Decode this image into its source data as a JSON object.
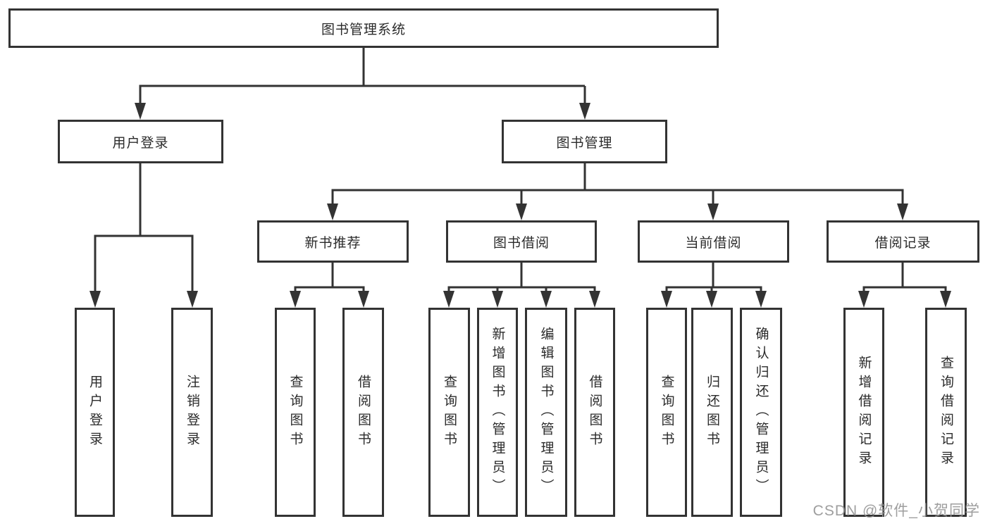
{
  "tree": {
    "root": "图书管理系统",
    "branches": [
      {
        "label": "用户登录",
        "children": [
          "用户登录",
          "注销登录"
        ]
      },
      {
        "label": "图书管理",
        "sections": [
          {
            "label": "新书推荐",
            "children": [
              "查询图书",
              "借阅图书"
            ]
          },
          {
            "label": "图书借阅",
            "children": [
              "查询图书",
              "新增图书（管理员）",
              "编辑图书（管理员）",
              "借阅图书"
            ]
          },
          {
            "label": "当前借阅",
            "children": [
              "查询图书",
              "归还图书",
              "确认归还（管理员）"
            ]
          },
          {
            "label": "借阅记录",
            "children": [
              "新增借阅记录",
              "查询借阅记录"
            ]
          }
        ]
      }
    ]
  },
  "watermark": {
    "text": "CSDN @软件_小贺同学"
  },
  "colors": {
    "line": "#333333",
    "text": "#2b2b2b",
    "background": "#ffffff",
    "watermark": "#949494"
  }
}
